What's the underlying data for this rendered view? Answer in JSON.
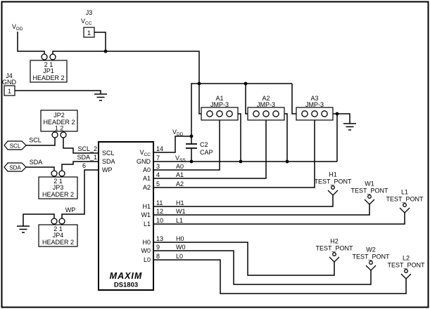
{
  "colors": {
    "line": "#000000",
    "background": "#ffffff"
  },
  "labels": {
    "vdd_top": {
      "main": "V",
      "sub": "DD"
    },
    "vdd_mid": {
      "main": "V",
      "sub": "DD"
    }
  },
  "j3": {
    "ref": "J3",
    "net": {
      "main": "V",
      "sub": "CC"
    },
    "pin": "1"
  },
  "j4": {
    "ref": "J4",
    "net": "GND",
    "pin": "1"
  },
  "jp1": {
    "ref": "JP1",
    "type": "HEADER 2",
    "pins": "2 1"
  },
  "jp2": {
    "ref": "JP2",
    "type": "HEADER 2",
    "pins": "1 2"
  },
  "jp3": {
    "ref": "JP3",
    "type": "HEADER 2",
    "pins": "2 1"
  },
  "jp4": {
    "ref": "JP4",
    "type": "HEADER 2",
    "pins": "2 1"
  },
  "tags": {
    "scl": "SCL",
    "sda": "SDA"
  },
  "wires": {
    "scl": "SCL",
    "sda": "SDA",
    "wp": "WP",
    "scl_pin": "SCL_2",
    "sda_pin": "SDA_1",
    "wp_pin": "6"
  },
  "jumpers": [
    {
      "ref": "A1",
      "type": "JMP-3"
    },
    {
      "ref": "A2",
      "type": "JMP-3"
    },
    {
      "ref": "A3",
      "type": "JMP-3"
    }
  ],
  "cap": {
    "ref": "C2",
    "type": "CAP"
  },
  "ic": {
    "logo": "MAXIM",
    "part": "DS1803",
    "left": [
      {
        "name": "SCL"
      },
      {
        "name": "SDA"
      },
      {
        "name": "WP"
      }
    ],
    "right": [
      {
        "name": "V",
        "sub": "CC",
        "num": "14"
      },
      {
        "name": "GND",
        "sub": "",
        "num": "7",
        "net": "V",
        "netsub": "SS"
      },
      {
        "name": "A0",
        "sub": "",
        "num": "3",
        "net": "A0",
        "netsub": ""
      },
      {
        "name": "A1",
        "sub": "",
        "num": "4",
        "net": "A1",
        "netsub": ""
      },
      {
        "name": "A2",
        "sub": "",
        "num": "5",
        "net": "A2",
        "netsub": ""
      },
      {
        "name": "H1",
        "sub": "",
        "num": "11",
        "net": "H1",
        "netsub": ""
      },
      {
        "name": "W1",
        "sub": "",
        "num": "12",
        "net": "W1",
        "netsub": ""
      },
      {
        "name": "L1",
        "sub": "",
        "num": "10",
        "net": "L1",
        "netsub": ""
      },
      {
        "name": "H0",
        "sub": "",
        "num": "13",
        "net": "H0",
        "netsub": ""
      },
      {
        "name": "W0",
        "sub": "",
        "num": "9",
        "net": "W0",
        "netsub": ""
      },
      {
        "name": "L0",
        "sub": "",
        "num": "8",
        "net": "L0",
        "netsub": ""
      }
    ]
  },
  "testpoints": [
    {
      "ref": "H1",
      "type": "TEST_PONT"
    },
    {
      "ref": "W1",
      "type": "TEST_PONT"
    },
    {
      "ref": "L1",
      "type": "TEST_PONT"
    },
    {
      "ref": "H2",
      "type": "TEST_PONT"
    },
    {
      "ref": "W2",
      "type": "TEST_PONT"
    },
    {
      "ref": "L2",
      "type": "TEST_PONT"
    }
  ]
}
